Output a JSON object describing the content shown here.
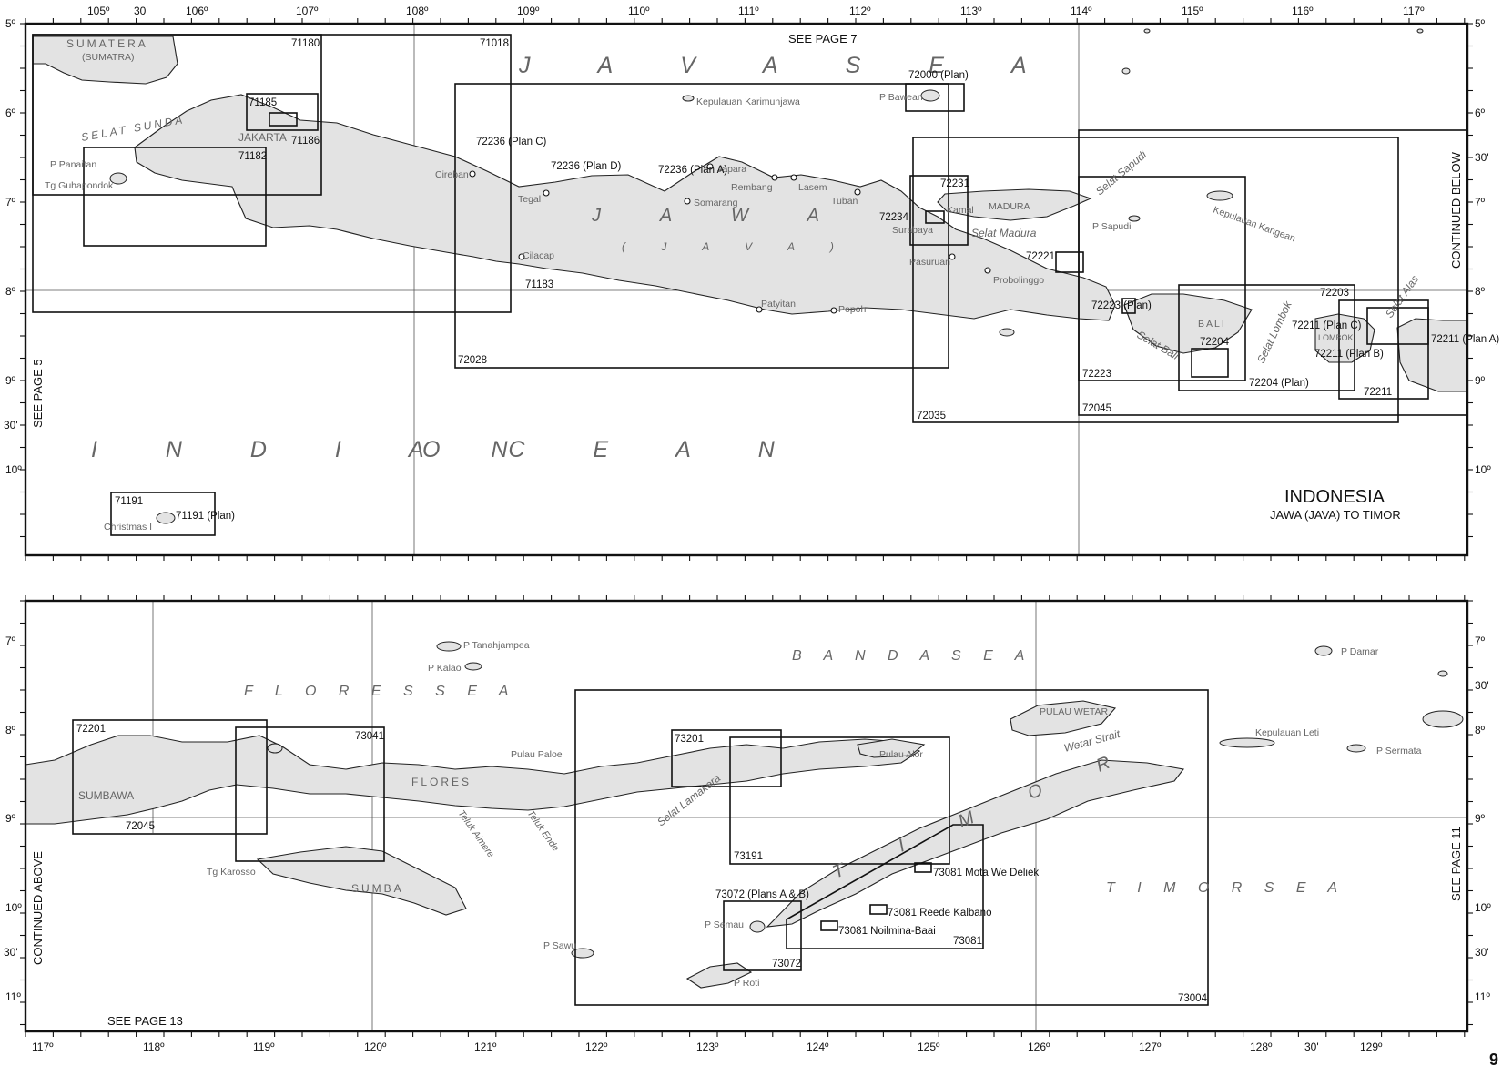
{
  "page": {
    "number": "9"
  },
  "top_panel": {
    "title": "INDONESIA",
    "subtitle": "JAWA (JAVA) TO TIMOR",
    "ref_top": "SEE PAGE 7",
    "ref_left": "SEE PAGE 5",
    "ref_right": "CONTINUED BELOW",
    "lon_labels": [
      "105º",
      "30'",
      "106º",
      "107º",
      "108º",
      "109º",
      "110º",
      "111º",
      "112º",
      "113º",
      "114º",
      "115º",
      "116º",
      "117º"
    ],
    "lat_labels": [
      "5º",
      "6º",
      "30'",
      "7º",
      "8º",
      "9º",
      "30'",
      "10º"
    ],
    "seas": [
      "J A V A   S E A",
      "I N D I A N",
      "O C E A N"
    ],
    "islands": {
      "sumatera": "SUMATERA",
      "sumatra": "(SUMATRA)",
      "jawa": "J   A   W   A",
      "java": "( J   A   V   A )",
      "madura": "MADURA",
      "bali": "BALI",
      "lombok": "LOMBOK",
      "jakarta": "JAKARTA"
    },
    "straits": [
      "SELAT SUNDA",
      "Selat Madura",
      "Selat Sapudi",
      "Selat Bali",
      "Selat Lombok",
      "Selat Alas",
      "Kepulauan Kangean"
    ],
    "places": [
      "P Panaitan",
      "Tg Guhapondok",
      "Cireban",
      "Tegal",
      "Somarang",
      "Japara",
      "Rembang",
      "Lasem",
      "Tuban",
      "Kepulauan Karimunjawa",
      "P Bawean",
      "Surabaya",
      "Kamal",
      "Pasuruan",
      "Probolinggo",
      "Cilacap",
      "Patyitan",
      "Popoh",
      "P Sapudi",
      "Christmas I"
    ],
    "charts": [
      "71180",
      "71018",
      "71185",
      "71186",
      "71182",
      "72236 (Plan C)",
      "72236 (Plan D)",
      "72236 (Plan A)",
      "72000 (Plan)",
      "72231",
      "72234",
      "72221",
      "71183",
      "72028",
      "72035",
      "72223 (Plan)",
      "72203",
      "72211 (Plan C)",
      "72211 (Plan B)",
      "72211 (Plan A)",
      "72204",
      "72204 (Plan)",
      "72223",
      "72045",
      "72211",
      "71191",
      "71191 (Plan)"
    ]
  },
  "bottom_panel": {
    "ref_left": "CONTINUED ABOVE",
    "ref_right": "SEE PAGE 11",
    "ref_bottom": "SEE PAGE 13",
    "lon_labels": [
      "117º",
      "118º",
      "119º",
      "120º",
      "121º",
      "122º",
      "123º",
      "124º",
      "125º",
      "126º",
      "127º",
      "128º",
      "30'",
      "129º"
    ],
    "lat_labels": [
      "7º",
      "30'",
      "8º",
      "9º",
      "10º",
      "30'",
      "11º"
    ],
    "seas": [
      "B A N D A   S E A",
      "F L O R E S   S E A",
      "T I M O R   S E A"
    ],
    "islands": {
      "sumbawa": "SUMBAWA",
      "flores": "FLORES",
      "sumba": "SUMBA",
      "timor": "T   I   M   O   R",
      "wetar": "PULAU WETAR"
    },
    "straits": [
      "Teluk Aimere",
      "Teluk Ende",
      "Selat Lamakera",
      "Wetar Strait"
    ],
    "places": [
      "P Tanahjampea",
      "P Kalao",
      "Pulau Paloe",
      "Pulau Alor",
      "Tg Karosso",
      "P Sawu",
      "P Semau",
      "P Roti",
      "P Damar",
      "Kepulauan Leti",
      "P Sermata"
    ],
    "charts": [
      "72201",
      "72045",
      "73041",
      "73201",
      "73191",
      "73072 (Plans A & B)",
      "73072",
      "73081 Mota We Deliek",
      "73081 Reede Kalbano",
      "73081 Noilmina-Baai",
      "73081",
      "73004"
    ]
  }
}
